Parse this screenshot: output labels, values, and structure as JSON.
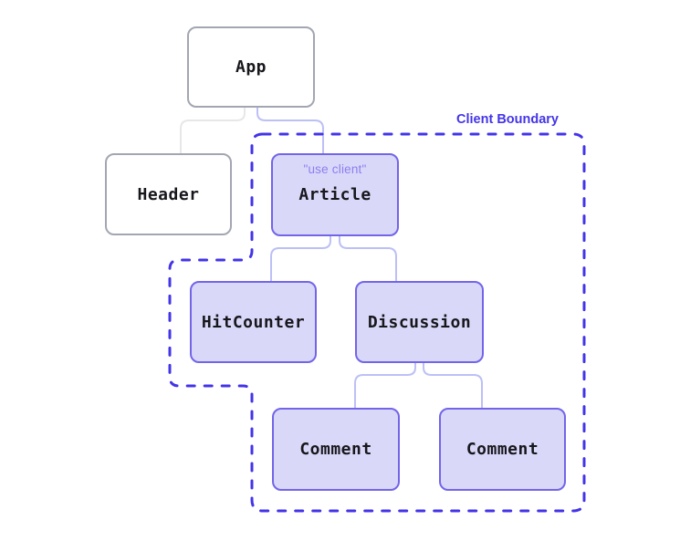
{
  "diagram": {
    "boundary": {
      "label": "Client Boundary",
      "style": "dashed",
      "color": "#4334e8"
    },
    "nodes": [
      {
        "id": "app",
        "label": "App",
        "kind": "server"
      },
      {
        "id": "header",
        "label": "Header",
        "kind": "server"
      },
      {
        "id": "article",
        "label": "Article",
        "kind": "client",
        "directive": "\"use client\""
      },
      {
        "id": "hitcounter",
        "label": "HitCounter",
        "kind": "client"
      },
      {
        "id": "discussion",
        "label": "Discussion",
        "kind": "client"
      },
      {
        "id": "comment-1",
        "label": "Comment",
        "kind": "client"
      },
      {
        "id": "comment-2",
        "label": "Comment",
        "kind": "client"
      }
    ],
    "edges": [
      {
        "from": "app",
        "to": "header"
      },
      {
        "from": "app",
        "to": "article"
      },
      {
        "from": "article",
        "to": "hitcounter"
      },
      {
        "from": "article",
        "to": "discussion"
      },
      {
        "from": "discussion",
        "to": "comment-1"
      },
      {
        "from": "discussion",
        "to": "comment-2"
      }
    ],
    "colors": {
      "server_node_fill": "#ffffff",
      "server_node_border": "#a3a6b2",
      "client_node_fill": "#dad8f8",
      "client_node_border": "#7265e9",
      "edge_to_server": "#e7e7ea",
      "edge_to_client": "#bcc0f5",
      "boundary_dash": "#4334e8",
      "directive_text": "#8a7ff0",
      "node_label_text": "#17171d"
    }
  }
}
